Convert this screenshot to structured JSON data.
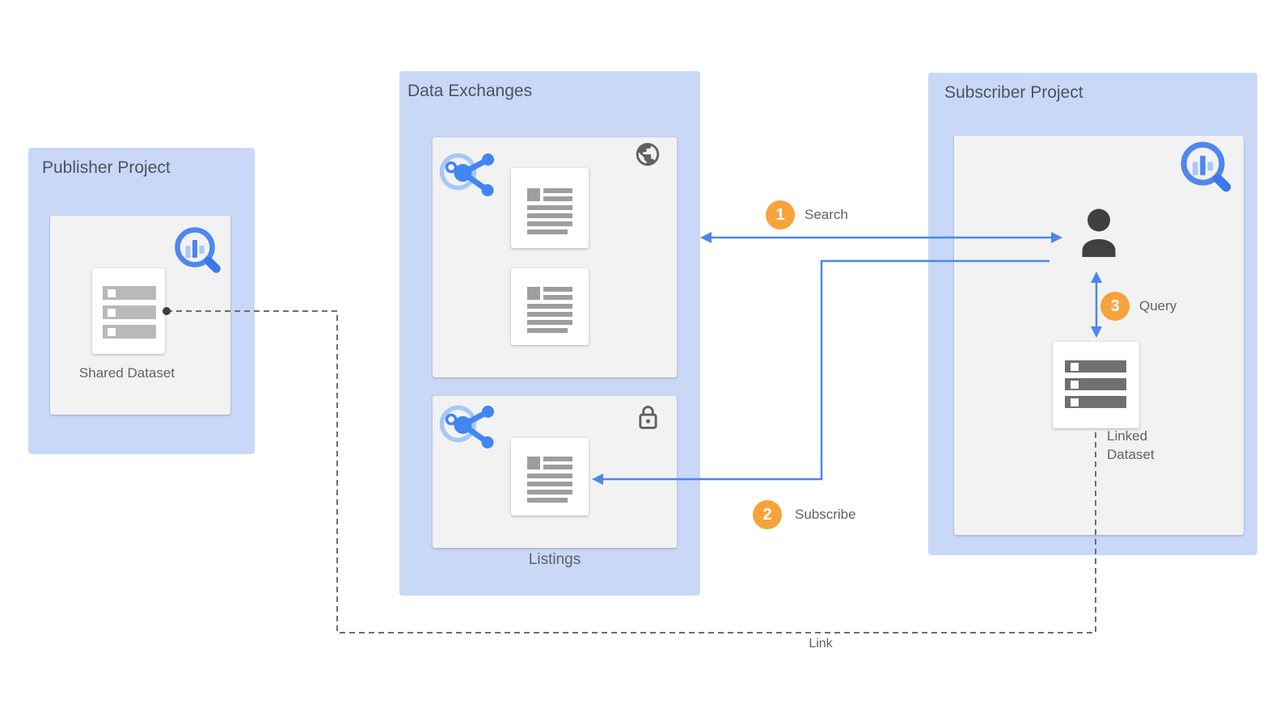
{
  "publisher": {
    "title": "Publisher Project",
    "dataset_label": "Shared Dataset"
  },
  "data_exchanges": {
    "title": "Data Exchanges",
    "listings_label": "Listings"
  },
  "subscriber": {
    "title": "Subscriber Project",
    "dataset_label": "Linked Dataset"
  },
  "steps": [
    {
      "num": "1",
      "label": "Search"
    },
    {
      "num": "2",
      "label": "Subscribe"
    },
    {
      "num": "3",
      "label": "Query"
    }
  ],
  "link_label": "Link",
  "icons": {
    "bigquery": "magnifier-with-bar-chart",
    "analytics_hub": "share-nodes-in-circle",
    "globe": "public-globe",
    "lock": "padlock",
    "person": "user-silhouette",
    "dataset": "stacked-rows-card",
    "listing": "document-lines-card"
  },
  "colors": {
    "panel_blue": "#c9d8f7",
    "inner_gray": "#f2f2f2",
    "arrow_blue": "#4c86f0",
    "badge_orange": "#f6a33c",
    "title_text": "#4d535e",
    "label_text": "#5f6368",
    "dashed_gray": "#6e6e6e",
    "icon_blue": "#4285f4",
    "icon_light_blue": "#a8c7fa",
    "icon_gray": "#616161"
  }
}
